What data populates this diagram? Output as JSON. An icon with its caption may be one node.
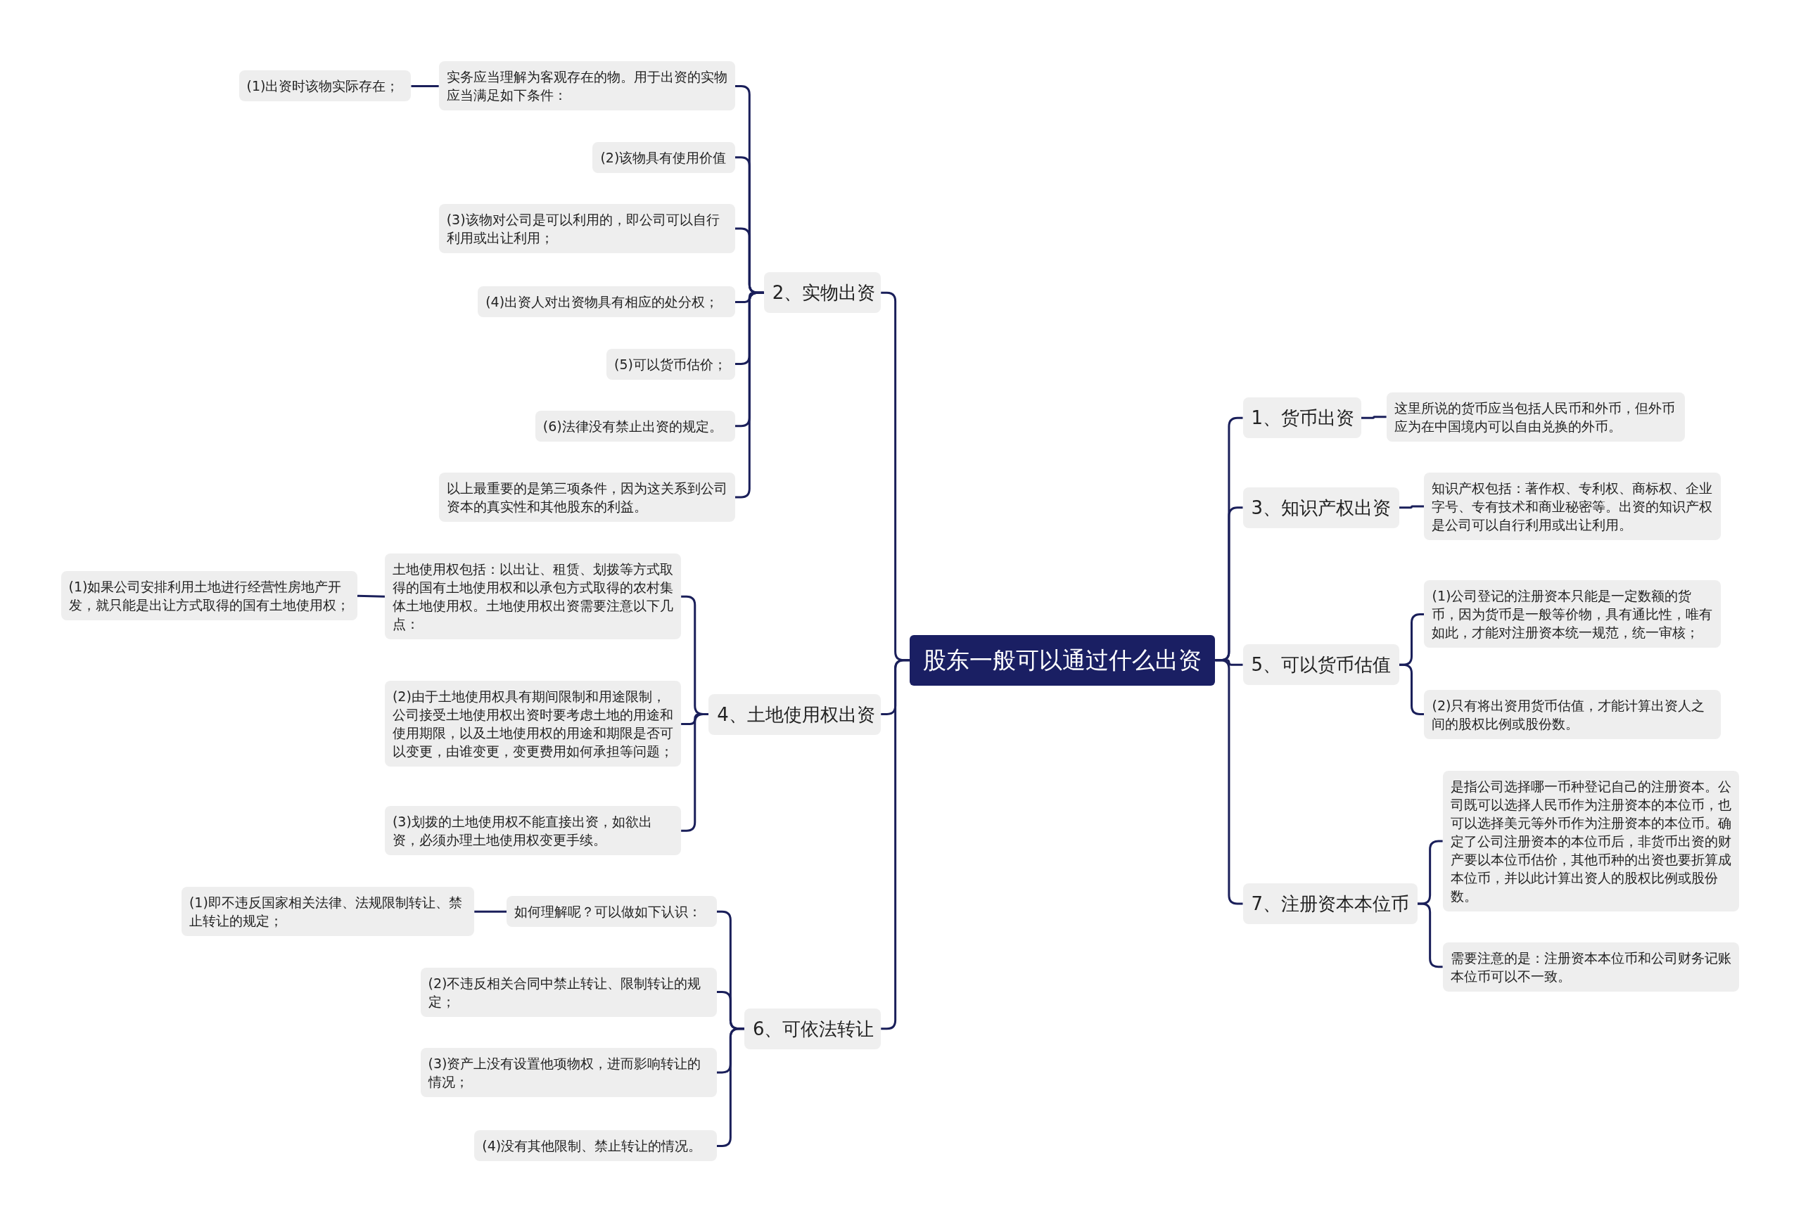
{
  "diagram": {
    "nodes": [
      {
        "text": [
          "股东一般可以通过什么出资"
        ]
      },
      {
        "text": [
          "2、实物出资"
        ]
      },
      {
        "text": [
          "实务应当理解为客观存在的物。用于出资的实物应当满足如下条件："
        ]
      },
      {
        "text": [
          "(1)出资时该物实际存在；"
        ]
      },
      {
        "text": [
          "(2)该物具有使用价值"
        ]
      },
      {
        "text": [
          "(3)该物对公司是可以利用的，即公司可以自行利用或出让利用；"
        ]
      },
      {
        "text": [
          "(4)出资人对出资物具有相应的处分权；"
        ]
      },
      {
        "text": [
          "(5)可以货币估价；"
        ]
      },
      {
        "text": [
          "(6)法律没有禁止出资的规定。"
        ]
      },
      {
        "text": [
          "以上最重要的是第三项条件，因为这关系到公司资本的真实性和其他股东的利益。"
        ]
      },
      {
        "text": [
          "4、土地使用权出资"
        ]
      },
      {
        "text": [
          "土地使用权包括：以出让、租赁、划拨等方式取得的国有土地使用权和以承包方式取得的农村集体土地使用权。土地使用权出资需要注意以下几点："
        ]
      },
      {
        "text": [
          "(1)如果公司安排利用土地进行经营性房地产开发，就只能是出让方式取得的国有土地使用权；"
        ]
      },
      {
        "text": [
          "(2)由于土地使用权具有期间限制和用途限制，公司接受土地使用权出资时要考虑土地的用途和使用期限，以及土地使用权的用途和期限是否可以变更，由谁变更，变更费用如何承担等问题；"
        ]
      },
      {
        "text": [
          "(3)划拨的土地使用权不能直接出资，如欲出资，必须办理土地使用权变更手续。"
        ]
      },
      {
        "text": [
          "6、可依法转让"
        ]
      },
      {
        "text": [
          "如何理解呢？可以做如下认识："
        ]
      },
      {
        "text": [
          "(1)即不违反国家相关法律、法规限制转让、禁止转让的规定；"
        ]
      },
      {
        "text": [
          "(2)不违反相关合同中禁止转让、限制转让的规定；"
        ]
      },
      {
        "text": [
          "(3)资产上没有设置他项物权，进而影响转让的情况；"
        ]
      },
      {
        "text": [
          "(4)没有其他限制、禁止转让的情况。"
        ]
      },
      {
        "text": [
          "1、货币出资"
        ]
      },
      {
        "text": [
          "这里所说的货币应当包括人民币和外币，但外币应为在中国境内可以自由兑换的外币。"
        ]
      },
      {
        "text": [
          "3、知识产权出资"
        ]
      },
      {
        "text": [
          "知识产权包括：著作权、专利权、商标权、企业字号、专有技术和商业秘密等。出资的知识产权是公司可以自行利用或出让利用。"
        ]
      },
      {
        "text": [
          "5、可以货币估值"
        ]
      },
      {
        "text": [
          "(1)公司登记的注册资本只能是一定数额的货币，因为货币是一般等价物，具有通比性，唯有如此，才能对注册资本统一规范，统一审核；"
        ]
      },
      {
        "text": [
          "(2)只有将出资用货币估值，才能计算出资人之间的股权比例或股份数。"
        ]
      },
      {
        "text": [
          "7、注册资本本位币"
        ]
      },
      {
        "text": [
          "是指公司选择哪一币种登记自己的注册资本。公司既可以选择人民币作为注册资本的本位币，也可以选择美元等外币作为注册资本的本位币。确定了公司注册资本的本位币后，非货币出资的财产要以本位币估价，其他币种的出资也要折算成本位币，并以此计算出资人的股权比例或股份数。"
        ]
      },
      {
        "text": [
          "需要注意的是：注册资本本位币和公司财务记账本位币可以不一致。"
        ]
      }
    ],
    "edges": [
      {
        "from": 0,
        "to": 1,
        "arrow": "none"
      },
      {
        "from": 0,
        "to": 10,
        "arrow": "none"
      },
      {
        "from": 0,
        "to": 15,
        "arrow": "none"
      },
      {
        "from": 0,
        "to": 21,
        "arrow": "none"
      },
      {
        "from": 0,
        "to": 23,
        "arrow": "none"
      },
      {
        "from": 0,
        "to": 25,
        "arrow": "none"
      },
      {
        "from": 0,
        "to": 28,
        "arrow": "none"
      },
      {
        "from": 1,
        "to": 2,
        "arrow": "none"
      },
      {
        "from": 1,
        "to": 4,
        "arrow": "none"
      },
      {
        "from": 1,
        "to": 5,
        "arrow": "none"
      },
      {
        "from": 1,
        "to": 6,
        "arrow": "none"
      },
      {
        "from": 1,
        "to": 7,
        "arrow": "none"
      },
      {
        "from": 1,
        "to": 8,
        "arrow": "none"
      },
      {
        "from": 1,
        "to": 9,
        "arrow": "none"
      },
      {
        "from": 2,
        "to": 3,
        "arrow": "none"
      },
      {
        "from": 10,
        "to": 11,
        "arrow": "none"
      },
      {
        "from": 10,
        "to": 13,
        "arrow": "none"
      },
      {
        "from": 10,
        "to": 14,
        "arrow": "none"
      },
      {
        "from": 11,
        "to": 12,
        "arrow": "none"
      },
      {
        "from": 15,
        "to": 16,
        "arrow": "none"
      },
      {
        "from": 15,
        "to": 18,
        "arrow": "none"
      },
      {
        "from": 15,
        "to": 19,
        "arrow": "none"
      },
      {
        "from": 15,
        "to": 20,
        "arrow": "none"
      },
      {
        "from": 16,
        "to": 17,
        "arrow": "none"
      },
      {
        "from": 21,
        "to": 22,
        "arrow": "none"
      },
      {
        "from": 23,
        "to": 24,
        "arrow": "none"
      },
      {
        "from": 25,
        "to": 26,
        "arrow": "none"
      },
      {
        "from": 25,
        "to": 27,
        "arrow": "none"
      },
      {
        "from": 28,
        "to": 29,
        "arrow": "none"
      },
      {
        "from": 28,
        "to": 30,
        "arrow": "none"
      }
    ]
  }
}
